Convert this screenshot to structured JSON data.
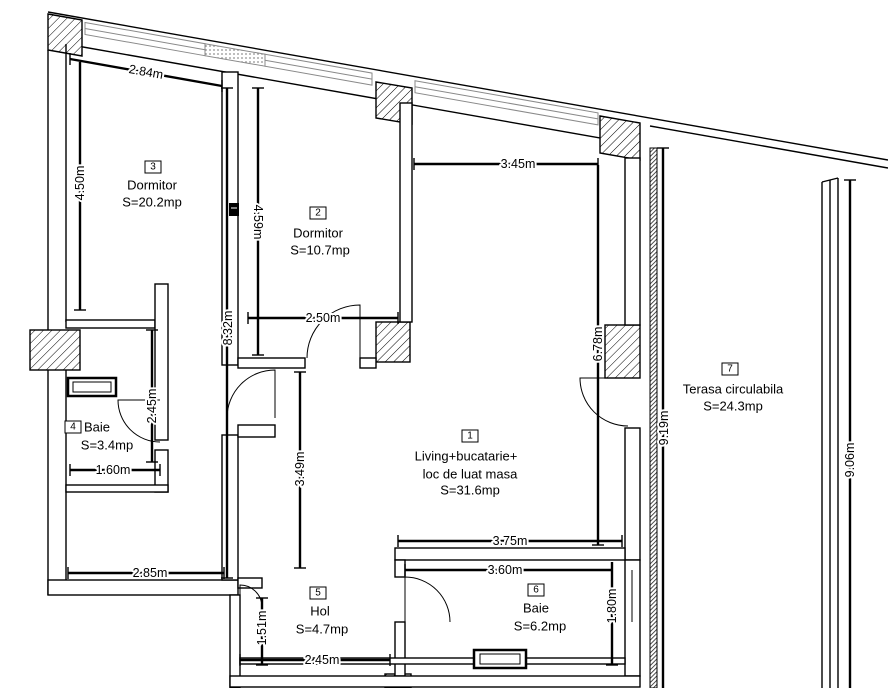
{
  "rooms": {
    "r1": {
      "number": "1",
      "name_line1": "Living+bucatarie+",
      "name_line2": "loc de luat masa",
      "area": "S=31.6mp"
    },
    "r2": {
      "number": "2",
      "name": "Dormitor",
      "area": "S=10.7mp"
    },
    "r3": {
      "number": "3",
      "name": "Dormitor",
      "area": "S=20.2mp"
    },
    "r4": {
      "number": "4",
      "name": "Baie",
      "area": "S=3.4mp"
    },
    "r5": {
      "number": "5",
      "name": "Hol",
      "area": "S=4.7mp"
    },
    "r6": {
      "number": "6",
      "name": "Baie",
      "area": "S=6.2mp"
    },
    "r7": {
      "number": "7",
      "name": "Terasa circulabila",
      "area": "S=24.3mp"
    }
  },
  "dimensions": {
    "bedroom3_top": "2.84m",
    "bedroom3_height": "4.50m",
    "bedroom2_height": "4.59m",
    "living_top": "3.45m",
    "left_block_height": "8.32m",
    "bedroom2_width": "2.50m",
    "living_height": "6.78m",
    "bath4_height": "2.45m",
    "bath4_width": "1.60m",
    "hall_height": "3.49m",
    "terrace_inner_height": "9.19m",
    "terrace_outer_height": "9.06m",
    "living_bottom": "3.75m",
    "bath6_width": "3.60m",
    "lower_left_width": "2.85m",
    "hol_height": "1.51m",
    "bath6_height": "1.80m",
    "hol_width": "2.45m"
  }
}
